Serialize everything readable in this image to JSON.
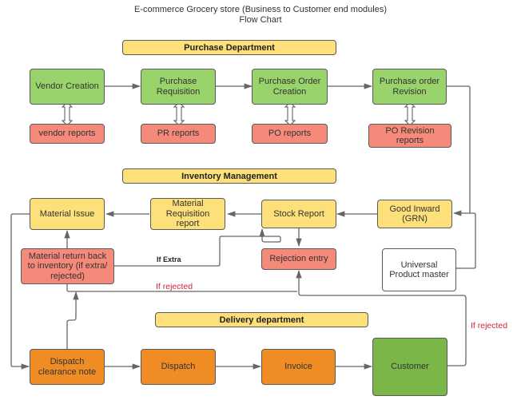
{
  "title": {
    "line1": "E-commerce Grocery store (Business to Customer end modules)",
    "line2": "Flow Chart"
  },
  "sections": {
    "purchase": "Purchase Department",
    "inventory": "Inventory Management",
    "delivery": "Delivery department"
  },
  "nodes": {
    "vendor_creation": "Vendor Creation",
    "purchase_requisition": "Purchase Requisition",
    "po_creation": "Purchase Order Creation",
    "po_revision": "Purchase order Revision",
    "vendor_reports": "vendor reports",
    "pr_reports": "PR reports",
    "po_reports": "PO reports",
    "po_revision_reports": "PO Revision reports",
    "material_issue": "Material Issue",
    "material_requisition_report": "Material Requisition report",
    "stock_report": "Stock Report",
    "good_inward": "Good Inward (GRN)",
    "material_return": "Material return back to inventory (if extra/ rejected)",
    "rejection_entry": "Rejection entry",
    "universal_product_master": "Universal Product master",
    "dispatch_clearance_note": "Dispatch clearance note",
    "dispatch": "Dispatch",
    "invoice": "Invoice",
    "customer": "Customer"
  },
  "edge_labels": {
    "if_extra": "If Extra",
    "if_rejected_left": "If rejected",
    "if_rejected_right": "If rejected"
  },
  "colors": {
    "purchase_node": "#99d36b",
    "report_node": "#f58a7a",
    "inventory_node": "#fde07a",
    "delivery_node": "#f08c24",
    "customer_node": "#7ab648",
    "rejected_label": "#d0263c",
    "line": "#666666"
  }
}
